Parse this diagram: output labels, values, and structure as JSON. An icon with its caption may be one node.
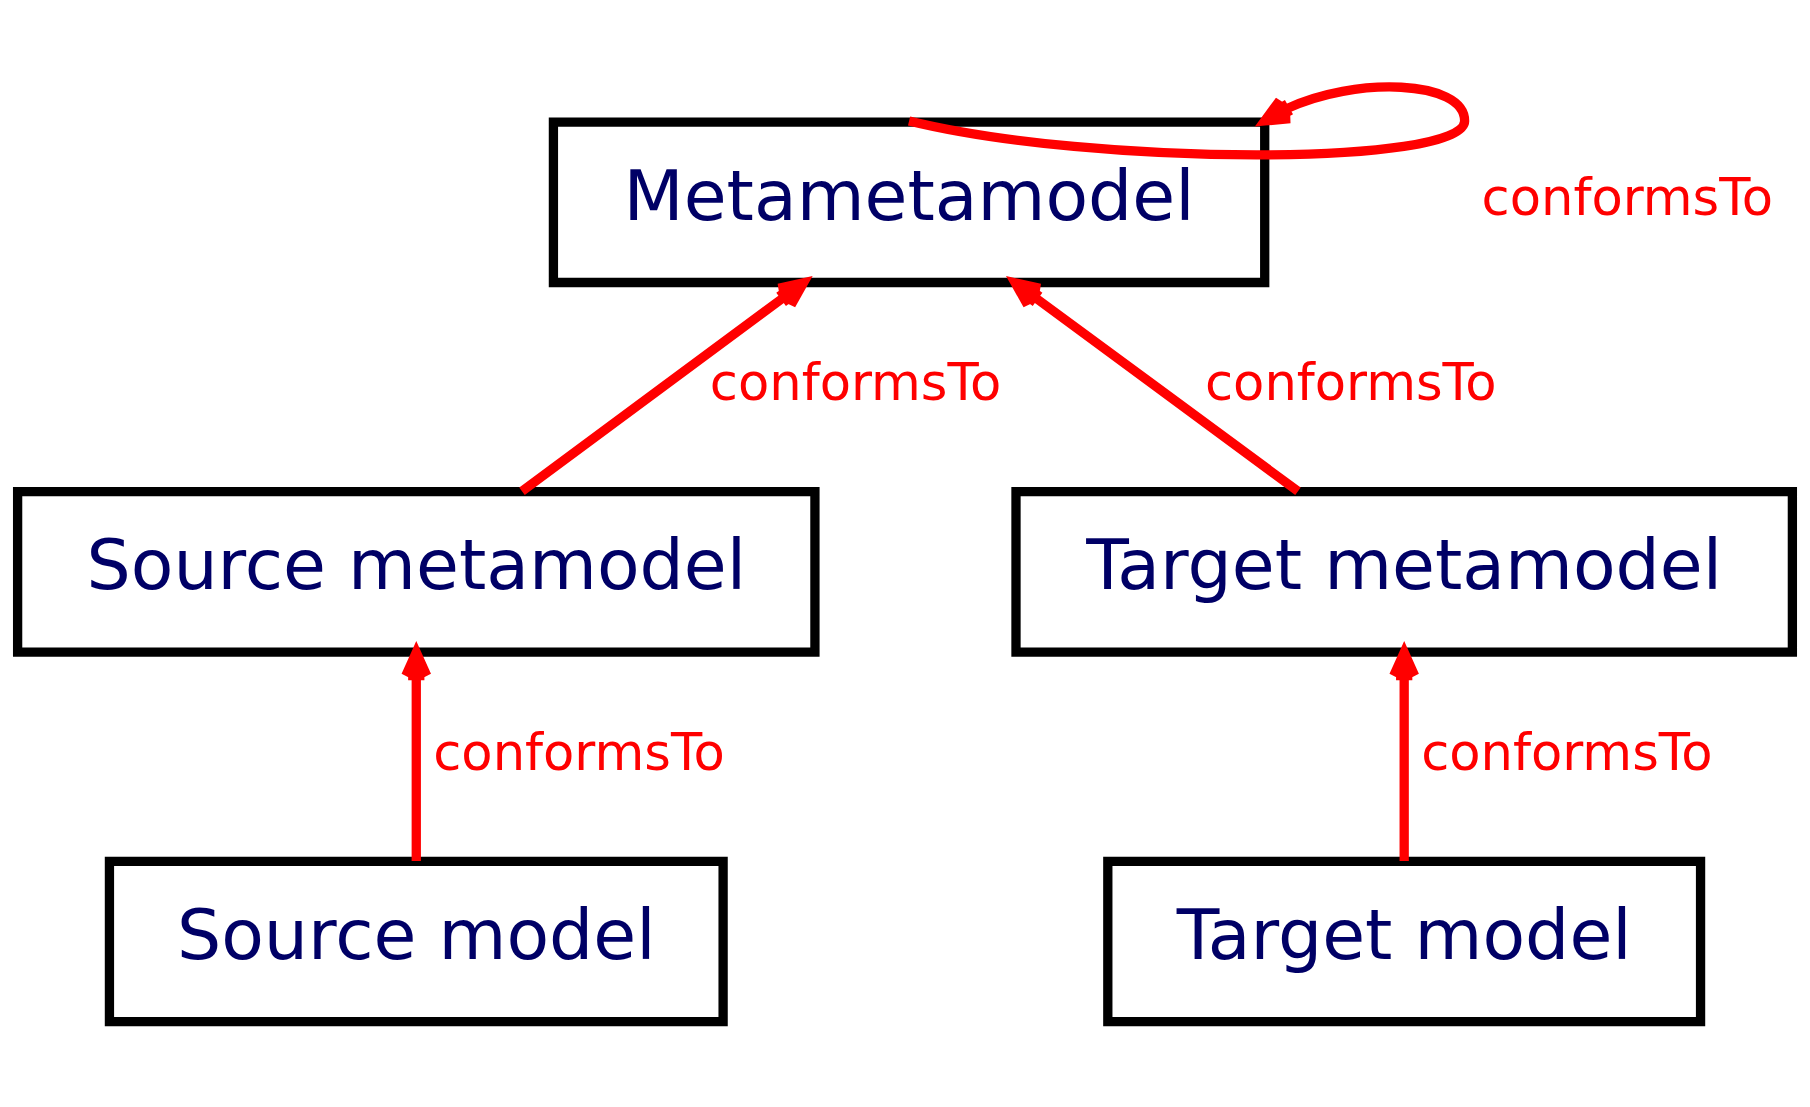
{
  "diagram": {
    "nodes": [
      {
        "text": [
          "Metametamodel"
        ]
      },
      {
        "text": [
          "Source metamodel"
        ]
      },
      {
        "text": [
          "Target metamodel"
        ]
      },
      {
        "text": [
          "Source model"
        ]
      },
      {
        "text": [
          "Target model"
        ]
      }
    ],
    "edges": [
      {
        "from": 0,
        "to": 0,
        "arrow": "to",
        "label": "conformsTo"
      },
      {
        "from": 1,
        "to": 0,
        "arrow": "to",
        "label": "conformsTo"
      },
      {
        "from": 2,
        "to": 0,
        "arrow": "to",
        "label": "conformsTo"
      },
      {
        "from": 3,
        "to": 1,
        "arrow": "to",
        "label": "conformsTo"
      },
      {
        "from": 4,
        "to": 2,
        "arrow": "to",
        "label": "conformsTo"
      }
    ]
  }
}
